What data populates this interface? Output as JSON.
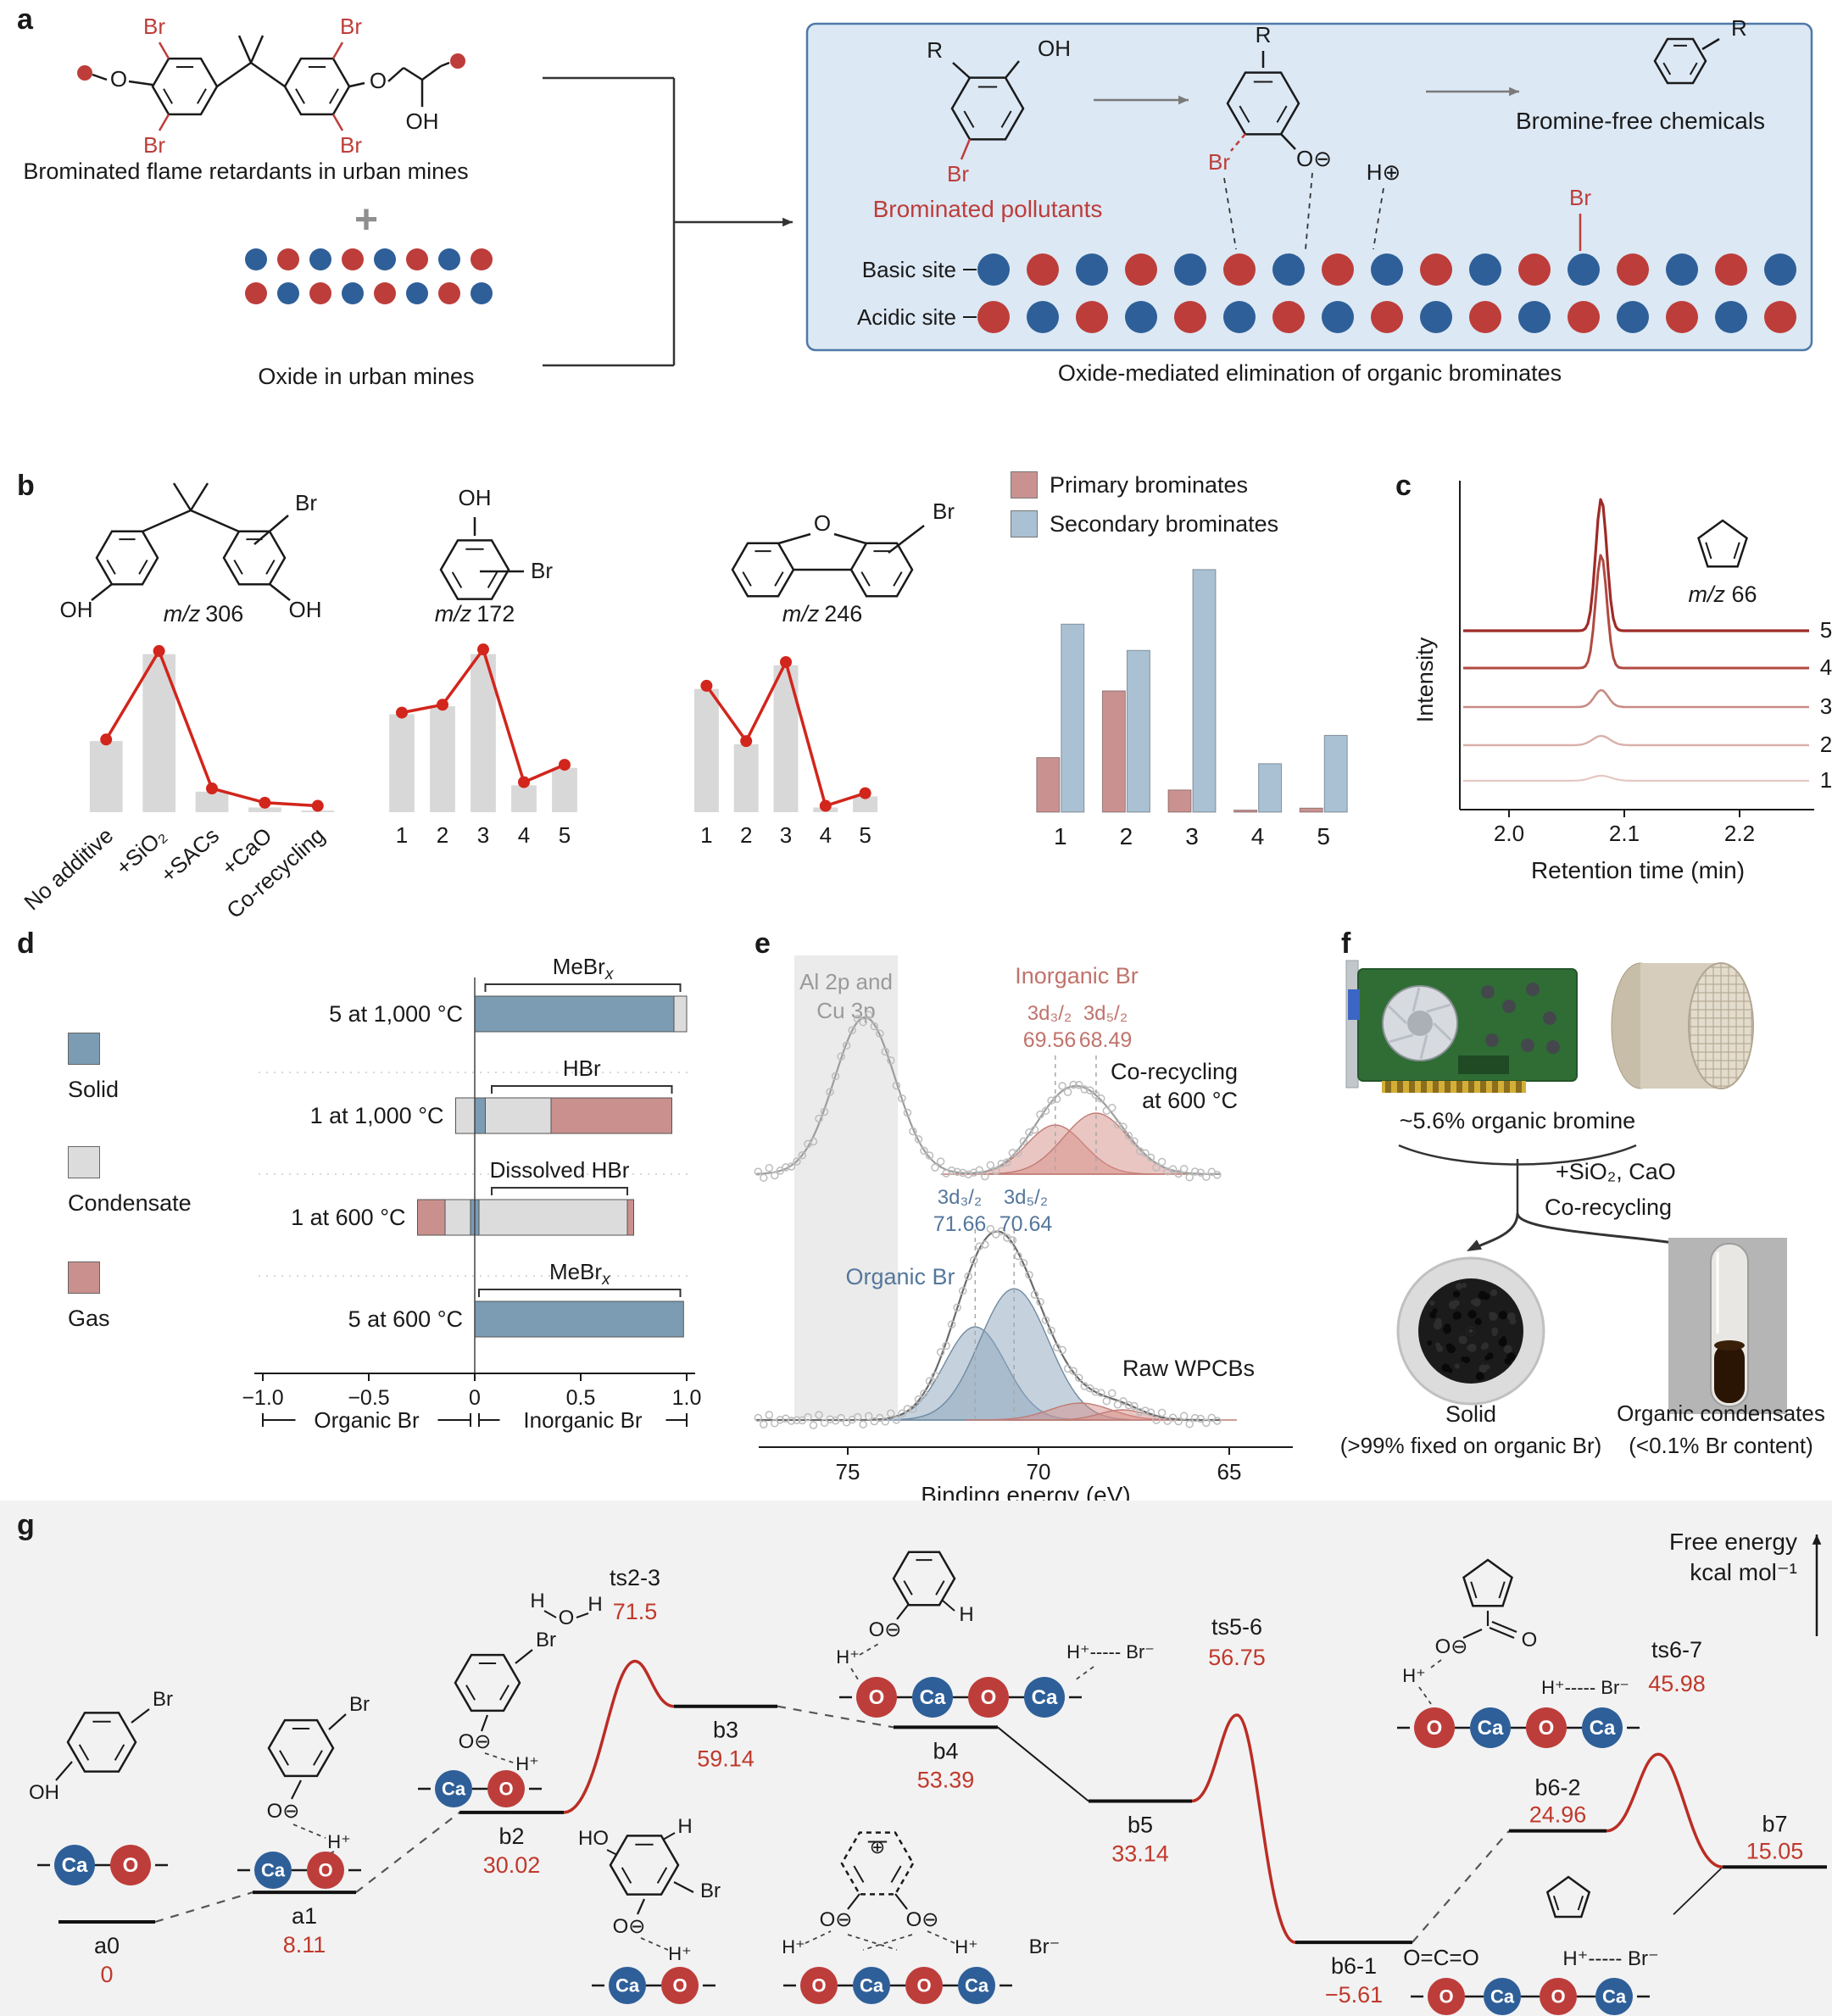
{
  "colors": {
    "red": "#bd3d3a",
    "blue": "#2e5f98",
    "line_red": "#d2251c",
    "energy_red": "#c0392b",
    "bar_gray": "#d8d8d8",
    "primary_pink": "#c99290",
    "secondary_blue": "#a9c1d2",
    "solid_blue": "#7b9cb3",
    "condensate_gray": "#dcdcdc",
    "gas_pink": "#c9908e",
    "box_bg": "#dce8f4",
    "box_border": "#4e79a8",
    "panel_g_bg": "#f2f2f3",
    "gray_text": "#9a9a9a",
    "xps_red": "#c0736c",
    "xps_blue": "#55779c"
  },
  "atoms": {
    "o": "O",
    "oh": "OH",
    "br": "Br",
    "r": "R",
    "o_minus": "O⊖",
    "h_plus": "H⊕"
  },
  "panel_a": {
    "label": "a",
    "bfr_caption": "Brominated flame retardants in urban mines",
    "plus": "+",
    "oxide_caption": "Oxide in urban mines",
    "box": {
      "pollutants": "Brominated pollutants",
      "product": "Bromine-free chemicals",
      "basic": "Basic site",
      "acidic": "Acidic site",
      "caption": "Oxide-mediated elimination of organic brominates",
      "basic_row": [
        "b",
        "r",
        "b",
        "r",
        "b",
        "r",
        "b",
        "r",
        "b",
        "r",
        "b",
        "r",
        "b",
        "r",
        "b",
        "r",
        "b"
      ],
      "acidic_row": [
        "r",
        "b",
        "r",
        "b",
        "r",
        "b",
        "r",
        "b",
        "r",
        "b",
        "r",
        "b",
        "r",
        "b",
        "r",
        "b",
        "r"
      ],
      "left_rows": [
        [
          "b",
          "r",
          "b",
          "r",
          "b",
          "r",
          "b",
          "r"
        ],
        [
          "r",
          "b",
          "r",
          "b",
          "r",
          "b",
          "r",
          "b"
        ]
      ]
    }
  },
  "panel_b": {
    "label": "b"
  },
  "panel_c": {
    "label": "c"
  },
  "panel_d": {
    "label": "d"
  },
  "panel_e": {
    "label": "e"
  },
  "panel_f": {
    "label": "f",
    "feed_caption": "~5.6% organic bromine",
    "additive": "+SiO₂, CaO",
    "process": "Co-recycling",
    "solid_caption_1": "Solid",
    "solid_caption_2": "(>99% fixed on organic Br)",
    "cond_caption_1": "Organic condensates",
    "cond_caption_2": "(<0.1% Br content)"
  },
  "panel_g": {
    "label": "g",
    "ylabel_line1": "Free energy",
    "ylabel_line2": "kcal mol⁻¹",
    "atoms": {
      "ca": "Ca",
      "o": "O",
      "h": "H",
      "ho": "HO",
      "br": "Br",
      "oh": "OH",
      "o_minus": "O⊖",
      "h_plus": "H⁺",
      "br_minus": "Br⁻",
      "hbr_pair": "H⁺----- Br⁻",
      "co2": "O=C=O",
      "plus_charge": "⊕"
    }
  },
  "chart_data": [
    {
      "id": "mz306",
      "type": "bar-line",
      "title_prefix": "m/z",
      "title_value": "306",
      "categories": [
        "No additive",
        "+SiO₂",
        "+SACs",
        "+CaO",
        "Co-recycling"
      ],
      "bar_values": [
        45,
        100,
        13,
        3,
        1
      ],
      "line_values": [
        46,
        102,
        15,
        6,
        4
      ],
      "ylim": [
        0,
        110
      ]
    },
    {
      "id": "mz172",
      "type": "bar-line",
      "title_prefix": "m/z",
      "title_value": "172",
      "categories": [
        "1",
        "2",
        "3",
        "4",
        "5"
      ],
      "bar_values": [
        62,
        67,
        100,
        17,
        28
      ],
      "line_values": [
        63,
        68,
        103,
        19,
        30
      ],
      "ylim": [
        0,
        110
      ]
    },
    {
      "id": "mz246",
      "type": "bar-line",
      "title_prefix": "m/z",
      "title_value": "246",
      "categories": [
        "1",
        "2",
        "3",
        "4",
        "5"
      ],
      "bar_values": [
        78,
        43,
        93,
        3,
        10
      ],
      "line_values": [
        80,
        45,
        95,
        4,
        12
      ],
      "ylim": [
        0,
        110
      ]
    },
    {
      "id": "brominates_grouped",
      "type": "bar",
      "categories": [
        "1",
        "2",
        "3",
        "4",
        "5"
      ],
      "series": [
        {
          "name": "Primary brominates",
          "values": [
            27,
            60,
            11,
            1,
            2
          ],
          "color_key": "primary_pink"
        },
        {
          "name": "Secondary brominates",
          "values": [
            93,
            80,
            120,
            24,
            38
          ],
          "color_key": "secondary_blue"
        }
      ],
      "ylim": [
        0,
        130
      ]
    },
    {
      "id": "chromatogram",
      "type": "line",
      "title_prefix": "m/z",
      "title_value": "66",
      "ylabel": "Intensity",
      "xlabel": "Retention time (min)",
      "xticks": [
        "2.0",
        "2.1",
        "2.2"
      ],
      "peak_center": 2.08,
      "trace_colors": [
        "#9e2b28",
        "#b04a42",
        "#c98b84",
        "#d9b0aa",
        "#e4c8c2"
      ],
      "traces": [
        {
          "label": "5",
          "height": 156
        },
        {
          "label": "4",
          "height": 134
        },
        {
          "label": "3",
          "height": 20
        },
        {
          "label": "2",
          "height": 11
        },
        {
          "label": "1",
          "height": 6
        }
      ]
    },
    {
      "id": "bromine_balance",
      "type": "stacked-h",
      "xlabel_left": "Organic Br",
      "xlabel_right": "Inorganic Br",
      "xticks": [
        {
          "v": -1,
          "label": "−1.0"
        },
        {
          "v": -0.5,
          "label": "−0.5"
        },
        {
          "v": 0,
          "label": "0"
        },
        {
          "v": 0.5,
          "label": "0.5"
        },
        {
          "v": 1,
          "label": "1.0"
        }
      ],
      "legend": [
        {
          "label": "Solid",
          "color_key": "solid_blue"
        },
        {
          "label": "Condensate",
          "color_key": "condensate_gray"
        },
        {
          "label": "Gas",
          "color_key": "gas_pink"
        }
      ],
      "rows": [
        {
          "label": "5 at 1,000 °C",
          "annotation_main": "MeBr",
          "annotation_sub": "x",
          "ann": [
            0.05,
            0.97
          ],
          "segments": [
            {
              "from": 0,
              "to": 0.94,
              "key": "solid_blue"
            },
            {
              "from": 0.94,
              "to": 1.0,
              "key": "condensate_gray"
            }
          ]
        },
        {
          "label": "1 at 1,000 °C",
          "annotation_main": "HBr",
          "ann": [
            0.08,
            0.93
          ],
          "segments": [
            {
              "from": -0.09,
              "to": 0,
              "key": "condensate_gray"
            },
            {
              "from": 0,
              "to": 0.05,
              "key": "solid_blue"
            },
            {
              "from": 0.05,
              "to": 0.36,
              "key": "condensate_gray"
            },
            {
              "from": 0.36,
              "to": 0.93,
              "key": "gas_pink"
            }
          ]
        },
        {
          "label": "1 at 600 °C",
          "annotation_main": "Dissolved HBr",
          "ann": [
            0.08,
            0.72
          ],
          "segments": [
            {
              "from": -0.27,
              "to": -0.14,
              "key": "gas_pink"
            },
            {
              "from": -0.14,
              "to": -0.02,
              "key": "condensate_gray"
            },
            {
              "from": -0.02,
              "to": 0.02,
              "key": "solid_blue"
            },
            {
              "from": 0.02,
              "to": 0.72,
              "key": "condensate_gray"
            },
            {
              "from": 0.72,
              "to": 0.75,
              "key": "gas_pink"
            }
          ]
        },
        {
          "label": "5 at 600 °C",
          "annotation_main": "MeBr",
          "annotation_sub": "x",
          "ann": [
            0.02,
            0.97
          ],
          "segments": [
            {
              "from": 0,
              "to": 0.985,
              "key": "solid_blue"
            }
          ]
        }
      ]
    },
    {
      "id": "xps",
      "type": "line",
      "xlabel": "Binding energy (eV)",
      "xticks": [
        "75",
        "70",
        "65"
      ],
      "shade_label_1": "Al 2p and",
      "shade_label_2": "Cu 3p",
      "top": {
        "sample_1": "Co-recycling",
        "sample_2": "at 600 °C",
        "family": "Inorganic Br",
        "peaks": [
          {
            "orbital": "3d₃/₂",
            "be": "69.56"
          },
          {
            "orbital": "3d₅/₂",
            "be": "68.49"
          }
        ]
      },
      "bottom": {
        "sample": "Raw WPCBs",
        "family": "Organic Br",
        "peaks": [
          {
            "orbital": "3d₃/₂",
            "be": "71.66"
          },
          {
            "orbital": "3d₅/₂",
            "be": "70.64"
          }
        ]
      }
    },
    {
      "id": "free_energy",
      "type": "energy-diagram",
      "states": [
        {
          "name": "a0",
          "energy": 0,
          "label": "0"
        },
        {
          "name": "a1",
          "energy": 8.11,
          "label": "8.11"
        },
        {
          "name": "b2",
          "energy": 30.02,
          "label": "30.02"
        },
        {
          "name": "ts2-3",
          "energy": 71.5,
          "label": "71.5",
          "ts": true
        },
        {
          "name": "b3",
          "energy": 59.14,
          "label": "59.14"
        },
        {
          "name": "b4",
          "energy": 53.39,
          "label": "53.39"
        },
        {
          "name": "b5",
          "energy": 33.14,
          "label": "33.14"
        },
        {
          "name": "ts5-6",
          "energy": 56.75,
          "label": "56.75",
          "ts": true
        },
        {
          "name": "b6-1",
          "energy": -5.61,
          "label": "−5.61"
        },
        {
          "name": "b6-2",
          "energy": 24.96,
          "label": "24.96"
        },
        {
          "name": "ts6-7",
          "energy": 45.98,
          "label": "45.98",
          "ts": true
        },
        {
          "name": "b7",
          "energy": 15.05,
          "label": "15.05"
        }
      ]
    }
  ]
}
